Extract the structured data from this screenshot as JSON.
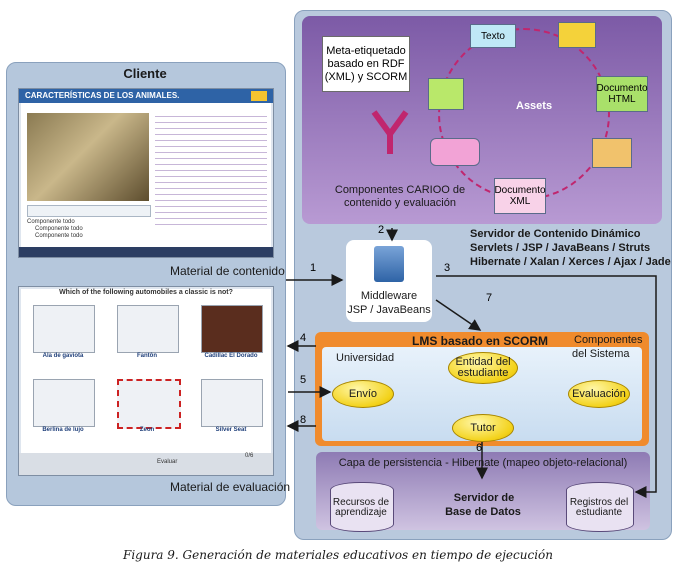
{
  "client": {
    "title": "Cliente",
    "content_label": "Material de contenido",
    "eval_label": "Material de evaluación",
    "content_screen": {
      "title": "CARACTERÍSTICAS DE LOS ANIMALES.",
      "tree_item": "Componente todo",
      "tree_sub1": "Componente todo",
      "tree_sub2": "Componente todo"
    },
    "eval_screen": {
      "question": "Which of the following automobiles a classic is not?",
      "cars": [
        "Ala de gaviota",
        "Fantôn",
        "Cadillac El Dorado",
        "Berlina de lujo",
        "Zeon",
        "Silver Seat"
      ],
      "evaluar": "Evaluar",
      "score": "0/6"
    }
  },
  "server": {
    "metatag": "Meta-etiquetado basado en RDF (XML) y SCORM",
    "components": "Componentes CARIOO de contenido y evaluación",
    "assets": "Assets",
    "asset_items": [
      "Texto",
      "Documento HTML",
      "Documento XML"
    ],
    "dynamic_title": "Servidor de Contenido Dinámico",
    "dynamic_line1": "Servlets / JSP / JavaBeans / Struts",
    "dynamic_line2": "Hibernate / Xalan / Xerces / Ajax / Jade",
    "middleware": "Middleware",
    "middleware_sub": "JSP / JavaBeans",
    "lms_title": "LMS basado en SCORM",
    "lms_components": "Componentes",
    "lms_components2": "del Sistema",
    "universidad": "Universidad",
    "entidad": "Entidad del estudiante",
    "envio": "Envío",
    "evaluacion": "Evaluación",
    "tutor": "Tutor",
    "persist": "Capa de persistencia - Hibernate (mapeo objeto-relacional)",
    "db_title1": "Servidor de",
    "db_title2": "Base de Datos",
    "db_left": "Recursos de aprendizaje",
    "db_right": "Registros del estudiante"
  },
  "arrows": {
    "n1": "1",
    "n2": "2",
    "n3": "3",
    "n4": "4",
    "n5": "5",
    "n6": "6",
    "n7": "7",
    "n8": "8"
  },
  "caption": "Figura 9. Generación de materiales educativos en tiempo de ejecución"
}
